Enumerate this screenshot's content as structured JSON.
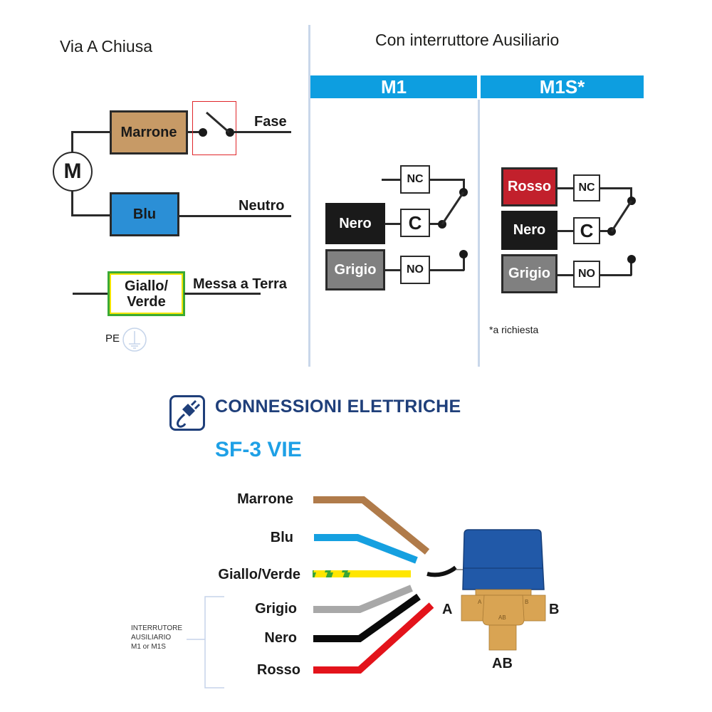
{
  "left_panel": {
    "title": "Via A Chiusa",
    "motor_label": "M",
    "boxes": {
      "brown": {
        "label": "Marrone",
        "color": "#c79a66"
      },
      "blue": {
        "label": "Blu",
        "color": "#2b8fd6"
      },
      "yellow_green": {
        "label_line1": "Giallo/",
        "label_line2": "Verde"
      }
    },
    "lines": {
      "phase": "Fase",
      "neutral": "Neutro",
      "earth": "Messa a Terra"
    },
    "pe_label": "PE",
    "switch_frame_color": "#e0262a"
  },
  "right_panel": {
    "title": "Con interruttore Ausiliario",
    "band_color": "#0d9ee0",
    "variants": [
      {
        "name": "M1",
        "wires": [
          {
            "label": "Nero",
            "color": "#1a1a1a",
            "contact": "C"
          },
          {
            "label": "Grigio",
            "color": "#808080",
            "contact": "NO"
          }
        ],
        "extra_contact": "NC"
      },
      {
        "name": "M1S*",
        "wires": [
          {
            "label": "Rosso",
            "color": "#c2202c",
            "contact": "NC"
          },
          {
            "label": "Nero",
            "color": "#1a1a1a",
            "contact": "C"
          },
          {
            "label": "Grigio",
            "color": "#808080",
            "contact": "NO"
          }
        ],
        "footnote": "*a richiesta"
      }
    ]
  },
  "section": {
    "heading": "CONNESSIONI ELETTRICHE",
    "subheading": "SF-3 VIE",
    "heading_color": "#1f3f7a",
    "subheading_color": "#1ea0e6",
    "icon": "plug-icon"
  },
  "wiring": {
    "wires": [
      {
        "label": "Marrone",
        "color": "#b07b4a"
      },
      {
        "label": "Blu",
        "color": "#15a0e0"
      },
      {
        "label": "Giallo/Verde",
        "color": "#ffe600",
        "stripe_color": "#3aa535"
      },
      {
        "label": "Grigio",
        "color": "#a8a8a8"
      },
      {
        "label": "Nero",
        "color": "#0a0a0a"
      },
      {
        "label": "Rosso",
        "color": "#e3131b"
      }
    ],
    "aux_group_label_line1": "INTERRUTORE",
    "aux_group_label_line2": "AUSILIARIO",
    "aux_group_label_line3": "M1 or M1S",
    "valve": {
      "port_a": "A",
      "port_b": "B",
      "port_ab": "AB",
      "body_mark_a": "A",
      "body_mark_b": "B",
      "body_mark_ab": "AB",
      "actuator_color": "#2159a8",
      "body_color": "#d9a453"
    }
  }
}
